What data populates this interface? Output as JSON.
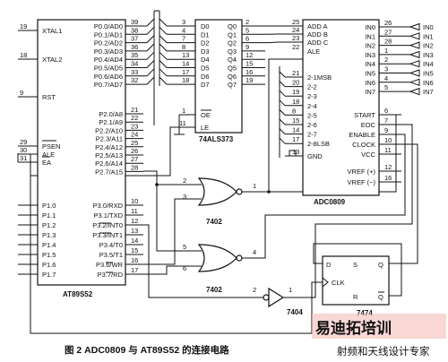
{
  "figure": {
    "caption": "图 2   ADC0809 与 AT89S52 的连接电路",
    "watermark_brand": "易迪拓培训",
    "watermark_tagline": "射频和天线设计专家"
  },
  "mcu": {
    "name": "AT89S52",
    "left_pins": [
      {
        "num": "19",
        "label": "XTAL1"
      },
      {
        "num": "18",
        "label": "XTAL2"
      },
      {
        "num": "9",
        "label": "RST"
      },
      {
        "num": "29",
        "label": "PSEN"
      },
      {
        "num": "30",
        "label": "ALE"
      },
      {
        "num": "31",
        "label": "EA"
      }
    ],
    "p0": [
      {
        "num": "39",
        "label": "P0.0/AD0"
      },
      {
        "num": "38",
        "label": "P0.1/AD1"
      },
      {
        "num": "37",
        "label": "P0.2/AD2"
      },
      {
        "num": "36",
        "label": "P0.3/AD3"
      },
      {
        "num": "35",
        "label": "P0.4/AD4"
      },
      {
        "num": "34",
        "label": "P0.5/AD5"
      },
      {
        "num": "33",
        "label": "P0.6/AD6"
      },
      {
        "num": "32",
        "label": "P0.7/AD7"
      }
    ],
    "p2": [
      {
        "num": "21",
        "label": "P2.0/A8"
      },
      {
        "num": "22",
        "label": "P2.1/A9"
      },
      {
        "num": "23",
        "label": "P2.2/A10"
      },
      {
        "num": "24",
        "label": "P2.3/A11"
      },
      {
        "num": "25",
        "label": "P2.4/A12"
      },
      {
        "num": "26",
        "label": "P2.5/A13"
      },
      {
        "num": "27",
        "label": "P2.6/A14"
      },
      {
        "num": "28",
        "label": "P2.7/A15"
      }
    ],
    "p1": [
      "P1.0",
      "P1.1",
      "P1.2",
      "P1.3",
      "P1.4",
      "P1.5",
      "P1.6",
      "P1.7"
    ],
    "p3": [
      {
        "num": "10",
        "label": "P3.0/RXD"
      },
      {
        "num": "11",
        "label": "P3.1/TXD"
      },
      {
        "num": "12",
        "label": "P3.2/INT0"
      },
      {
        "num": "13",
        "label": "P3.3/INT1"
      },
      {
        "num": "14",
        "label": "P3.4/T0"
      },
      {
        "num": "15",
        "label": "P3.5/T1"
      },
      {
        "num": "16",
        "label": "P3.6/WR"
      },
      {
        "num": "17",
        "label": "P3.7/RD"
      }
    ]
  },
  "latch": {
    "name": "74ALS373",
    "d_pins": [
      {
        "num": "3",
        "label": "D0"
      },
      {
        "num": "4",
        "label": "D1"
      },
      {
        "num": "7",
        "label": "D2"
      },
      {
        "num": "8",
        "label": "D3"
      },
      {
        "num": "13",
        "label": "D4"
      },
      {
        "num": "14",
        "label": "D5"
      },
      {
        "num": "17",
        "label": "D6"
      },
      {
        "num": "18",
        "label": "D7"
      }
    ],
    "q_pins": [
      {
        "num": "2",
        "label": "Q0"
      },
      {
        "num": "5",
        "label": "Q1"
      },
      {
        "num": "6",
        "label": "Q2"
      },
      {
        "num": "9",
        "label": "Q3"
      },
      {
        "num": "12",
        "label": "Q4"
      },
      {
        "num": "15",
        "label": "Q5"
      },
      {
        "num": "16",
        "label": "Q6"
      },
      {
        "num": "19",
        "label": "Q7"
      }
    ],
    "oe": {
      "num": "1",
      "label": "OE"
    },
    "le": {
      "num": "11",
      "label": "LE"
    }
  },
  "adc": {
    "name": "ADC0809",
    "addr_pins": [
      {
        "num": "25",
        "label": "ADD A"
      },
      {
        "num": "24",
        "label": "ADD B"
      },
      {
        "num": "23",
        "label": "ADD C"
      },
      {
        "num": "22",
        "label": "ALE"
      }
    ],
    "data_pins": [
      {
        "num": "21",
        "label": "2-1MSB"
      },
      {
        "num": "20",
        "label": "2-2"
      },
      {
        "num": "19",
        "label": "2-3"
      },
      {
        "num": "18",
        "label": "2-4"
      },
      {
        "num": "8",
        "label": "2-5"
      },
      {
        "num": "15",
        "label": "2-6"
      },
      {
        "num": "14",
        "label": "2-7"
      },
      {
        "num": "17",
        "label": "2-8LSB"
      }
    ],
    "gnd": {
      "num": "13",
      "label": "GND"
    },
    "in_pins": [
      {
        "num": "26",
        "label": "IN0"
      },
      {
        "num": "27",
        "label": "IN1"
      },
      {
        "num": "28",
        "label": "IN2"
      },
      {
        "num": "1",
        "label": "IN3"
      },
      {
        "num": "2",
        "label": "IN4"
      },
      {
        "num": "3",
        "label": "IN5"
      },
      {
        "num": "4",
        "label": "IN6"
      },
      {
        "num": "5",
        "label": "IN7"
      }
    ],
    "ctrl_pins": [
      {
        "num": "6",
        "label": "START"
      },
      {
        "num": "7",
        "label": "EOC"
      },
      {
        "num": "9",
        "label": "ENABLE"
      },
      {
        "num": "10",
        "label": "CLOCK"
      },
      {
        "num": "11",
        "label": "VCC"
      }
    ],
    "vref_pins": [
      {
        "num": "12",
        "label": "VREF (+)"
      },
      {
        "num": "16",
        "label": "VREF (−)"
      }
    ]
  },
  "gates": {
    "nor1": {
      "name": "7402",
      "in_a": "2",
      "in_b": "3",
      "out": "1"
    },
    "nor2": {
      "name": "7402",
      "in_a": "5",
      "in_b": "6",
      "out": "4"
    },
    "inverter": {
      "name": "7404",
      "in": "1",
      "out": "2"
    }
  },
  "flipflop": {
    "name": "7474",
    "labels": {
      "d": "D",
      "s": "S",
      "q": "Q",
      "clk": "CLK",
      "r": "R",
      "qbar": "Q"
    }
  }
}
